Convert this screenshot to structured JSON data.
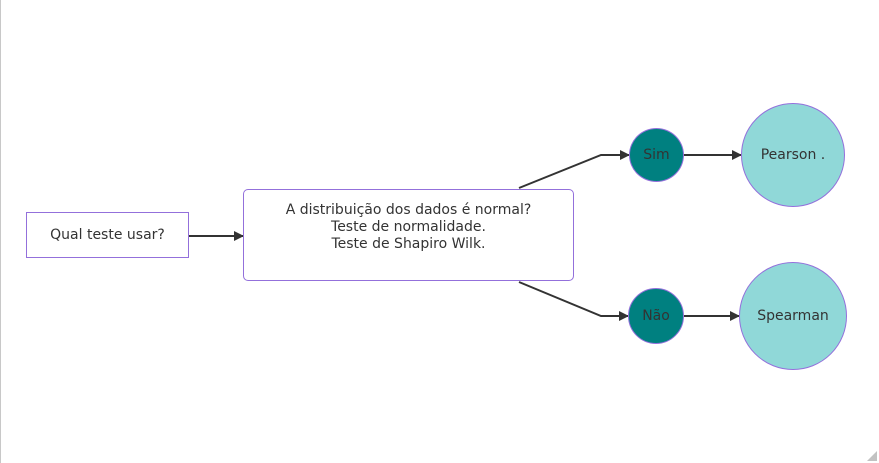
{
  "diagram": {
    "type": "flowchart",
    "nodes": {
      "start": {
        "label": "Qual teste usar?"
      },
      "question": {
        "lines": [
          "A distribuição dos dados é normal?",
          "Teste de normalidade.",
          "Teste de Shapiro Wilk."
        ]
      },
      "yes": {
        "label": "Sim"
      },
      "no": {
        "label": "Não"
      },
      "pearson": {
        "label": "Pearson ."
      },
      "spearman": {
        "label": "Spearman"
      }
    },
    "edges": [
      {
        "from": "start",
        "to": "question"
      },
      {
        "from": "question",
        "to": "yes"
      },
      {
        "from": "question",
        "to": "no"
      },
      {
        "from": "yes",
        "to": "pearson"
      },
      {
        "from": "no",
        "to": "spearman"
      }
    ],
    "colors": {
      "node_border": "#9370db",
      "decision_fill": "#008080",
      "result_fill": "#90d8d8",
      "edge": "#333333"
    }
  }
}
